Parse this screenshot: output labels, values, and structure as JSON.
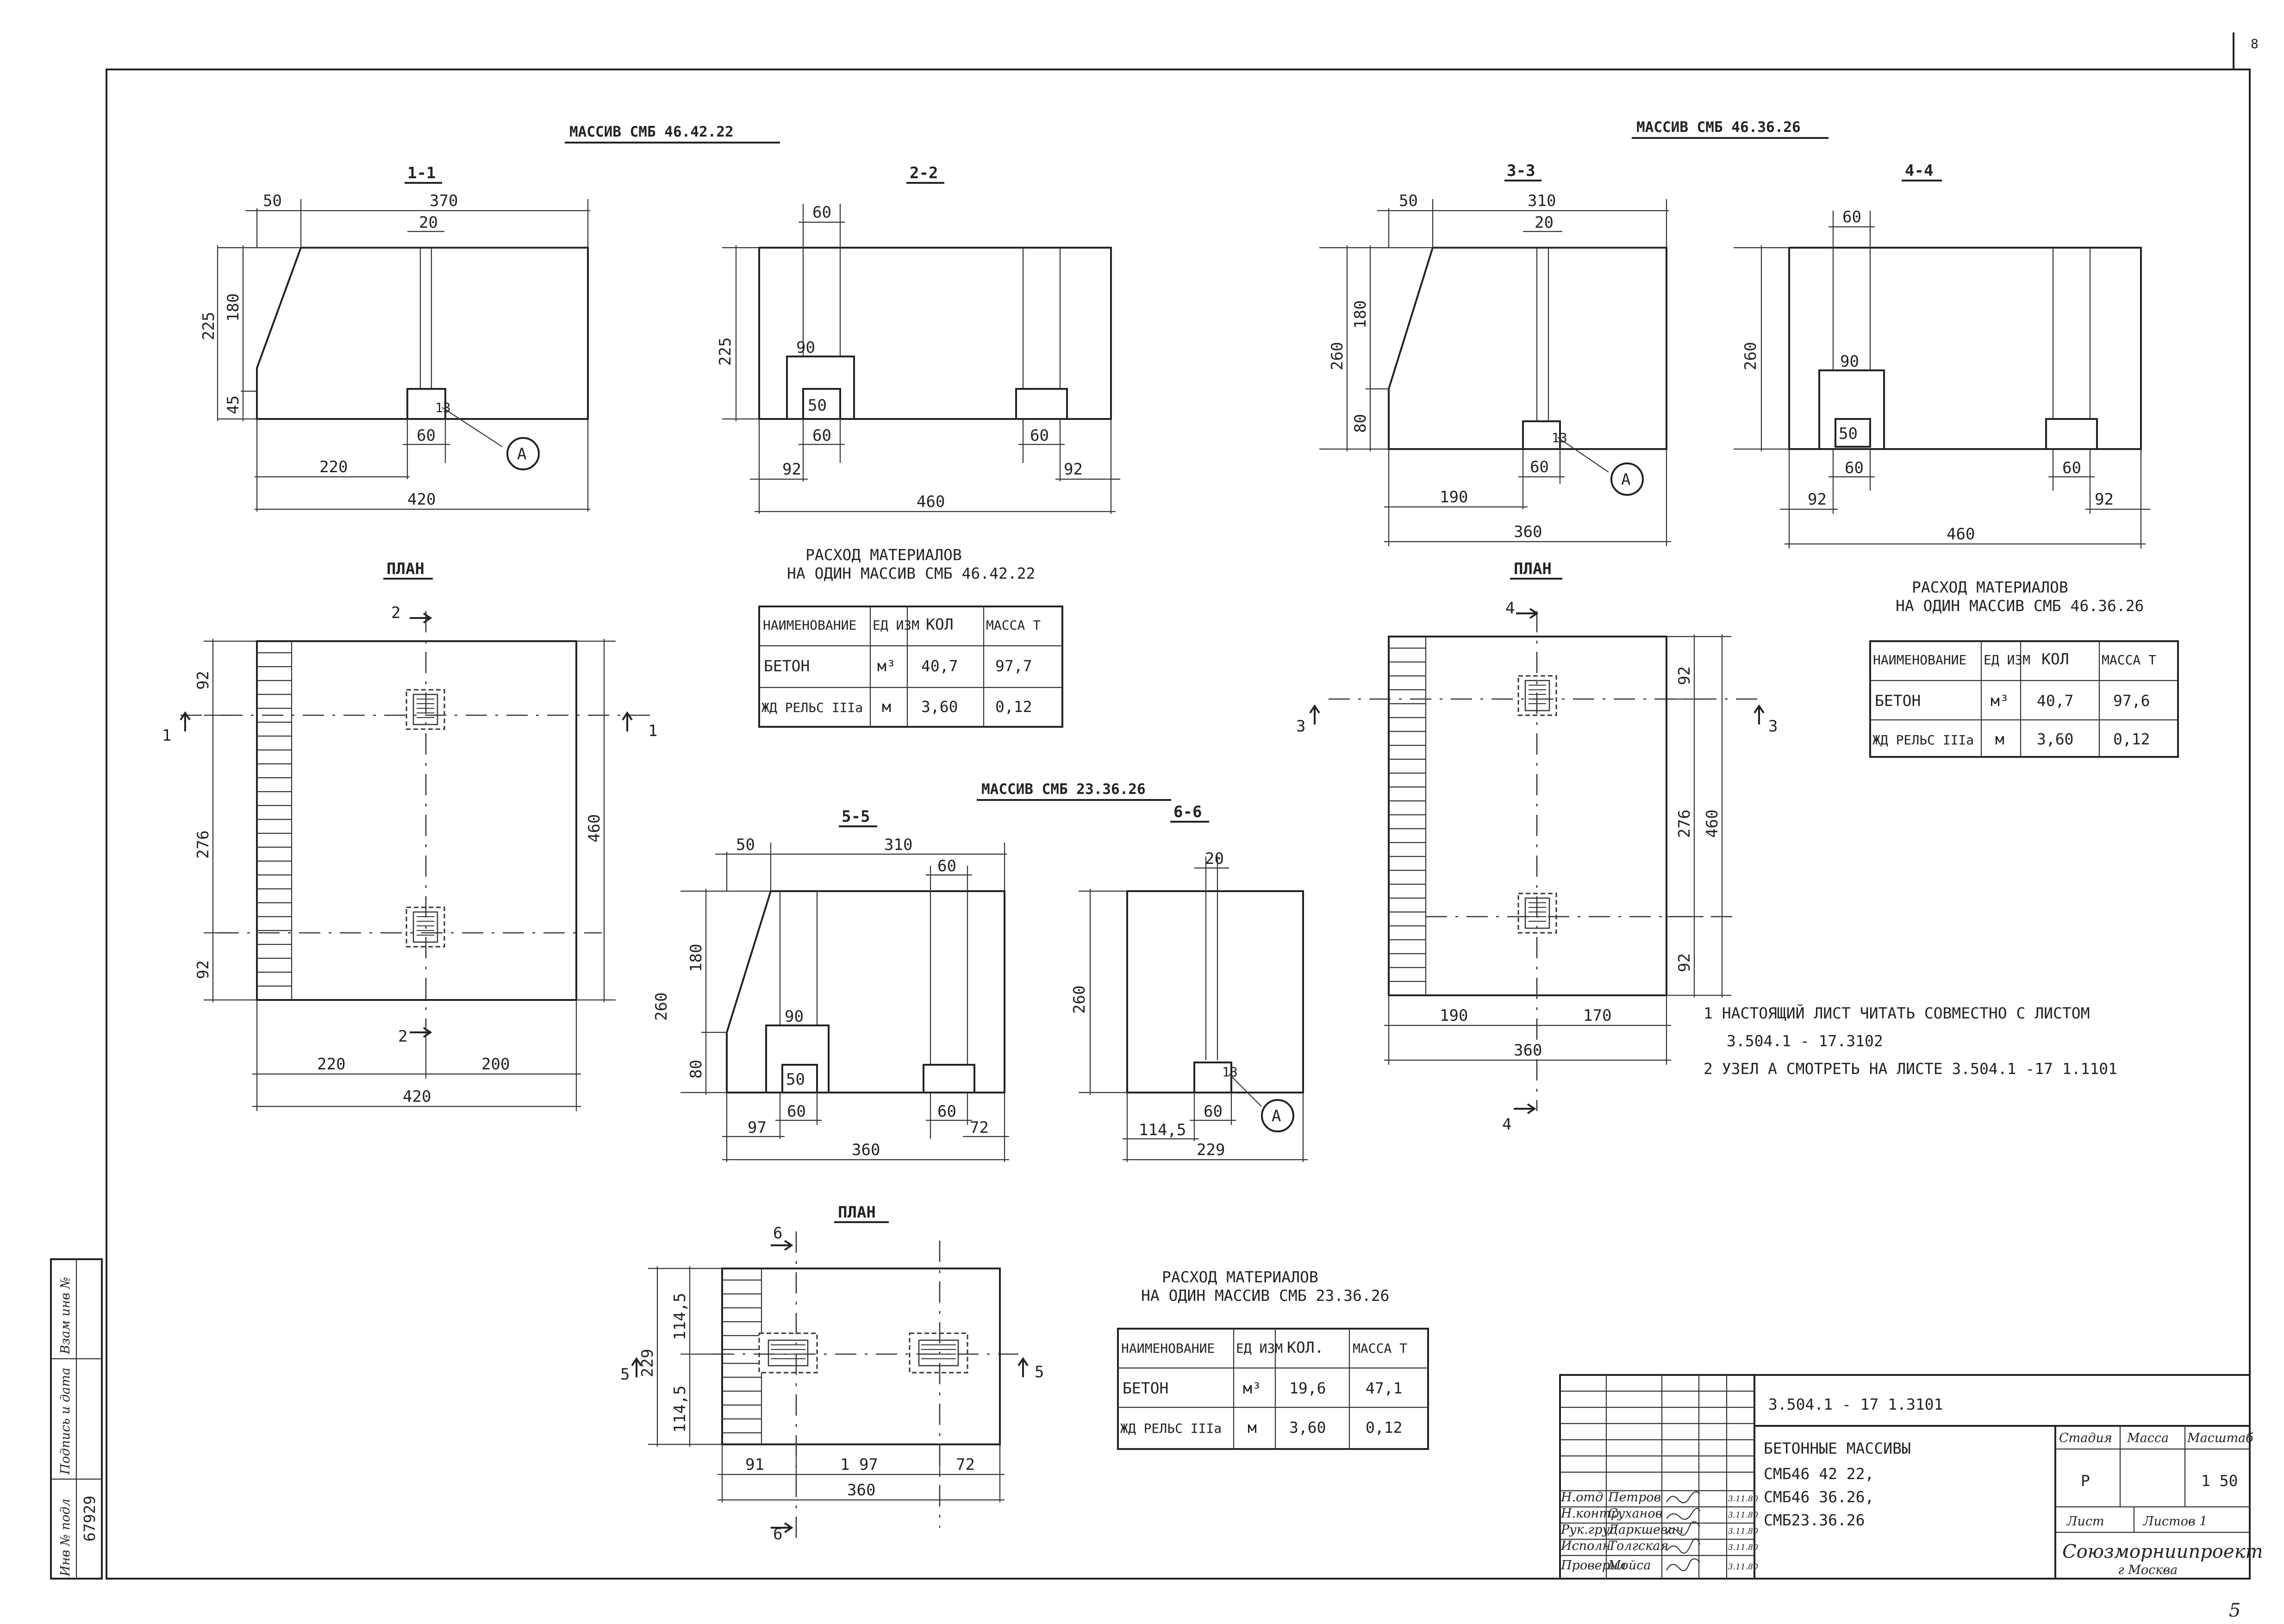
{
  "page": {
    "corner_number": "8",
    "bottom_note": "5"
  },
  "massif_a": {
    "title": "МАССИВ СМБ 46.42.22",
    "sec1": {
      "label": "1-1",
      "top_left": "50",
      "top": "370",
      "slot": "20",
      "h_total": "225",
      "h_upper": "180",
      "h_lower": "45",
      "bottom_slot": "60",
      "bottom_left": "220",
      "bottom_total": "420",
      "node_slot": "13",
      "node": "A"
    },
    "sec2": {
      "label": "2-2",
      "top_slot": "60",
      "height": "225",
      "pocket": "90",
      "pocket_in": "50",
      "slot_l": "60",
      "slot_r": "60",
      "off_l": "92",
      "off_r": "92",
      "total": "460"
    },
    "plan": {
      "label": "ПЛАН",
      "cut_top": "2",
      "cut_bottom": "2",
      "cut_left": "1",
      "cut_right": "1",
      "l_top": "92",
      "l_mid": "276",
      "l_bot": "92",
      "right_h": "460",
      "b_left": "220",
      "b_right": "200",
      "b_total": "420"
    },
    "materials": {
      "heading1": "РАСХОД МАТЕРИАЛОВ",
      "heading2": "НА ОДИН МАССИВ СМБ 46.42.22",
      "columns": [
        "НАИМЕНОВАНИЕ",
        "ЕД ИЗМ",
        "КОЛ",
        "МАССА Т"
      ],
      "rows": [
        [
          "БЕТОН",
          "м³",
          "40,7",
          "97,7"
        ],
        [
          "ЖД РЕЛЬС IIIа",
          "м",
          "3,60",
          "0,12"
        ]
      ]
    }
  },
  "massif_b": {
    "title": "МАССИВ СМБ 46.36.26",
    "sec3": {
      "label": "3-3",
      "top_left": "50",
      "top": "310",
      "slot": "20",
      "h_total": "260",
      "h_upper": "180",
      "h_lower": "80",
      "bottom_slot": "60",
      "bottom_left": "190",
      "bottom_total": "360",
      "node_slot": "13",
      "node": "A"
    },
    "sec4": {
      "label": "4-4",
      "top_slot": "60",
      "height": "260",
      "pocket": "90",
      "pocket_in": "50",
      "slot_l": "60",
      "slot_r": "60",
      "off_l": "92",
      "off_r": "92",
      "total": "460"
    },
    "plan": {
      "label": "ПЛАН",
      "cut_top": "4",
      "cut_bottom": "4",
      "cut_left": "3",
      "cut_right": "3",
      "r_top": "92",
      "r_mid": "276",
      "r_bot": "92",
      "right_h": "460",
      "b_left": "190",
      "b_right": "170",
      "b_total": "360"
    },
    "materials": {
      "heading1": "РАСХОД МАТЕРИАЛОВ",
      "heading2": "НА ОДИН МАССИВ СМБ 46.36.26",
      "columns": [
        "НАИМЕНОВАНИЕ",
        "ЕД ИЗМ",
        "КОЛ",
        "МАССА Т"
      ],
      "rows": [
        [
          "БЕТОН",
          "м³",
          "40,7",
          "97,6"
        ],
        [
          "ЖД РЕЛЬС IIIа",
          "м",
          "3,60",
          "0,12"
        ]
      ]
    }
  },
  "massif_c": {
    "title": "МАССИВ СМБ 23.36.26",
    "sec5": {
      "label": "5-5",
      "top_left": "50",
      "top": "310",
      "top_slot": "60",
      "h_total": "260",
      "h_upper": "180",
      "h_lower": "80",
      "pocket": "90",
      "pocket_in": "50",
      "slot_l": "60",
      "slot_r": "60",
      "off_l": "97",
      "off_r": "72",
      "total": "360"
    },
    "sec6": {
      "label": "6-6",
      "slot": "20",
      "height": "260",
      "node_slot": "13",
      "bottom_slot": "60",
      "bottom_left": "114,5",
      "total": "229",
      "node": "A"
    },
    "plan": {
      "label": "ПЛАН",
      "cut_top": "6",
      "cut_bottom": "6",
      "cut_left": "5",
      "cut_right": "5",
      "l_top": "114,5",
      "l_total": "229",
      "l_bot": "114,5",
      "b_left": "91",
      "b_mid": "1 97",
      "b_right": "72",
      "b_total": "360"
    },
    "materials": {
      "heading1": "РАСХОД МАТЕРИАЛОВ",
      "heading2": "НА ОДИН МАССИВ СМБ 23.36.26",
      "columns": [
        "НАИМЕНОВАНИЕ",
        "ЕД ИЗМ",
        "КОЛ.",
        "МАССА Т"
      ],
      "rows": [
        [
          "БЕТОН",
          "м³",
          "19,6",
          "47,1"
        ],
        [
          "ЖД РЕЛЬС IIIа",
          "м",
          "3,60",
          "0,12"
        ]
      ]
    }
  },
  "notes": [
    "1 НАСТОЯЩИЙ ЛИСТ ЧИТАТЬ СОВМЕСТНО С ЛИСТОМ",
    "3.504.1 - 17.3102",
    "2 УЗЕЛ А СМОТРЕТЬ НА ЛИСТЕ 3.504.1 -17 1.1101"
  ],
  "side_stamp": {
    "cells": [
      "Инв № подл",
      "Подпись и дата",
      "Взам инв №"
    ],
    "inv_number": "67929"
  },
  "title_block": {
    "code": "3.504.1 - 17 1.3101",
    "name_lines": [
      "БЕТОННЫЕ МАССИВЫ",
      "СМБ46 42 22,",
      "СМБ46 36.26,",
      "СМБ23.36.26"
    ],
    "headers": [
      "Стадия",
      "Масса",
      "Масштаб"
    ],
    "stage": "Р",
    "scale": "1 50",
    "sheet_label": "Лист",
    "sheets_label": "Листов 1",
    "org_lines": [
      "Союзморниипроект",
      "г Москва"
    ],
    "signers": [
      {
        "role": "Н.отд",
        "name": "Петров",
        "date": "3.11.80"
      },
      {
        "role": "Н.контр",
        "name": "Суханов",
        "date": "3.11.80"
      },
      {
        "role": "Рук.груп",
        "name": "Даркшевич",
        "date": "3.11.80"
      },
      {
        "role": "Исполн",
        "name": "Толгская",
        "date": "3.11.80"
      },
      {
        "role": "Проверил",
        "name": "Мойса",
        "date": "3.11.80"
      }
    ]
  }
}
